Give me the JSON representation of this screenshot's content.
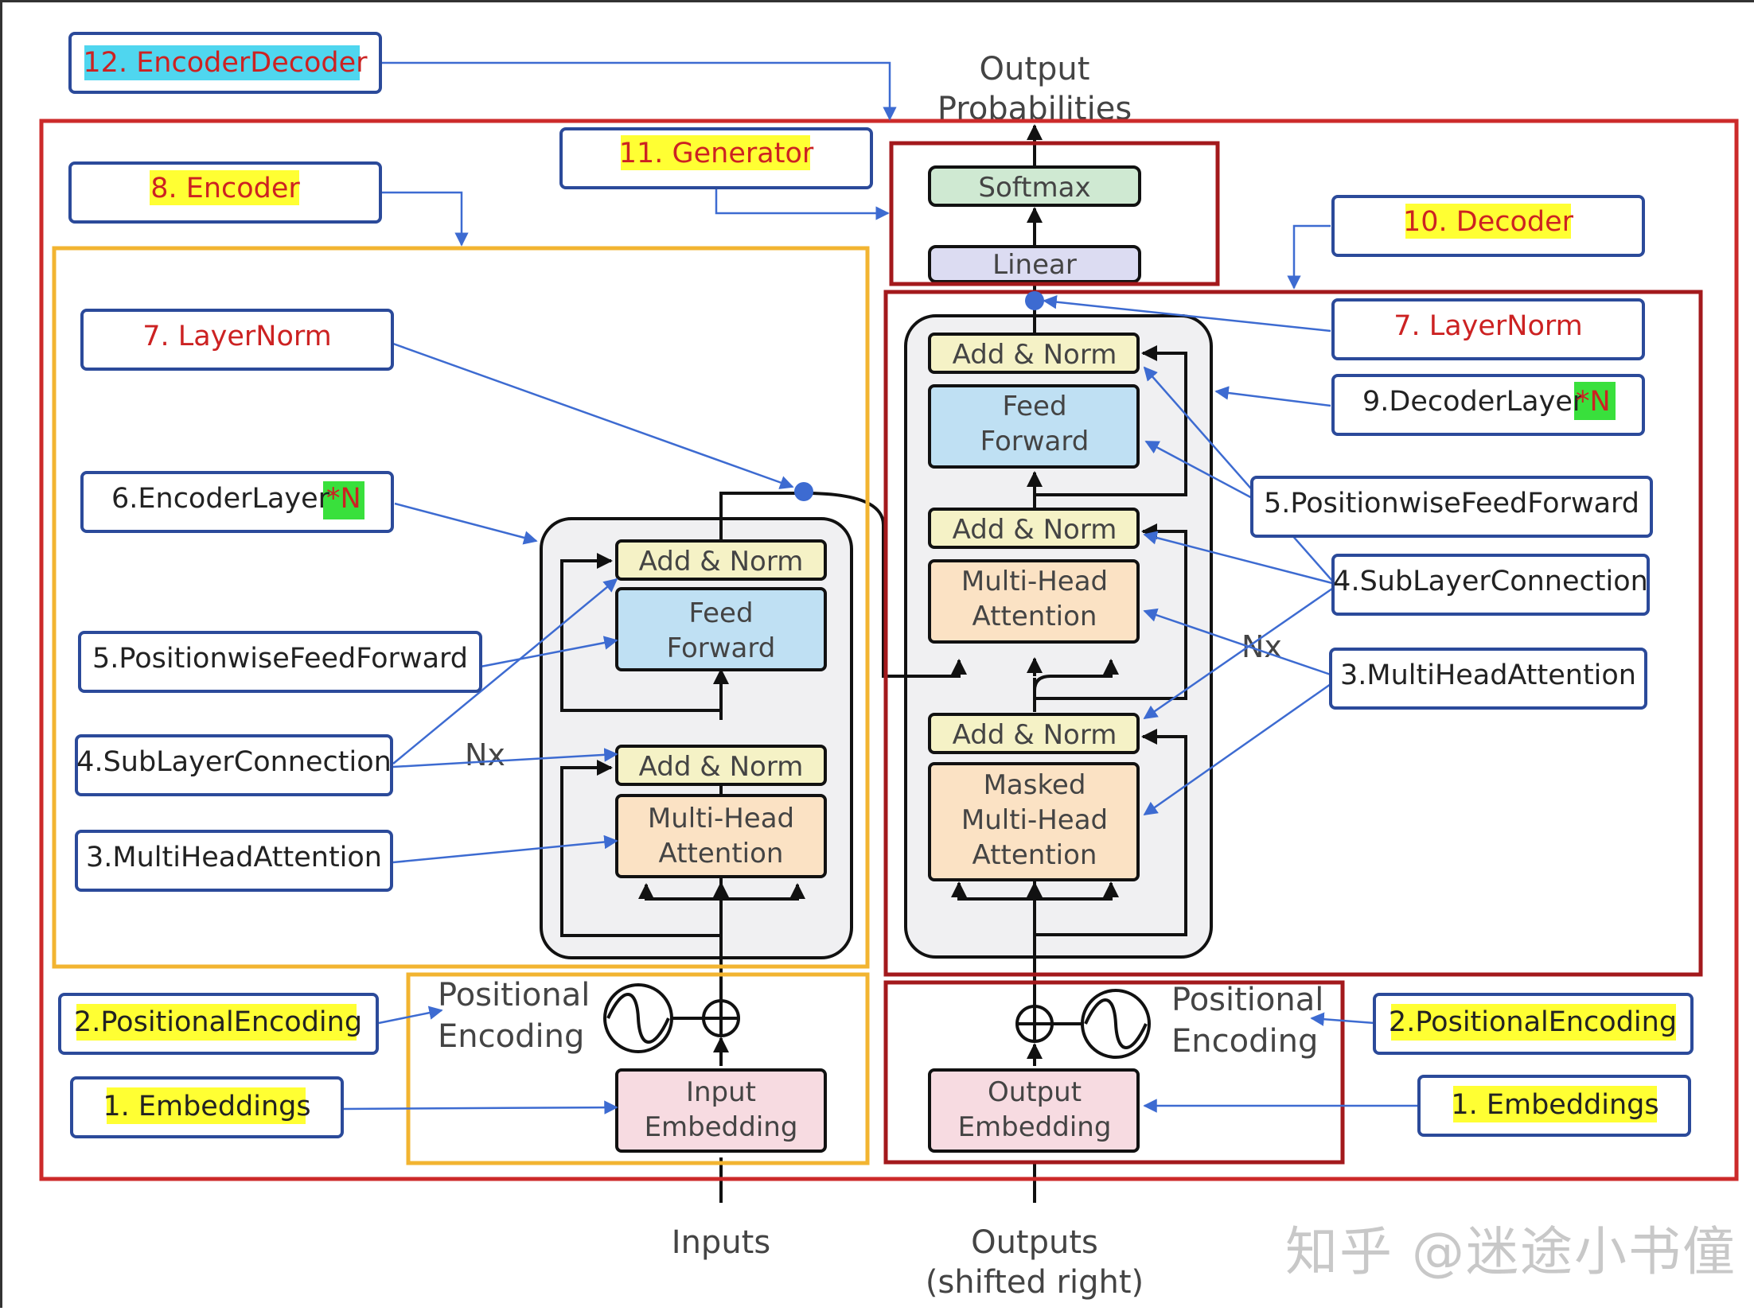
{
  "diagram": {
    "output_title_1": "Output",
    "output_title_2": "Probabilities",
    "inputs_label": "Inputs",
    "outputs_label_1": "Outputs",
    "outputs_label_2": "(shifted right)",
    "nx_left": "Nx",
    "nx_right": "Nx",
    "watermark": "知乎 @迷途小书僮",
    "blocks": {
      "softmax": "Softmax",
      "linear": "Linear",
      "add_norm": "Add & Norm",
      "feed_1": "Feed",
      "feed_2": "Forward",
      "mha_1": "Multi-Head",
      "mha_2": "Attention",
      "masked_1": "Masked",
      "masked_2": "Multi-Head",
      "masked_3": "Attention",
      "input_emb_1": "Input",
      "input_emb_2": "Embedding",
      "output_emb_1": "Output",
      "output_emb_2": "Embedding",
      "pos_1": "Positional",
      "pos_2": "Encoding"
    }
  },
  "annotations": {
    "encoder_decoder": "12. EncoderDecoder",
    "generator": "11. Generator",
    "encoder": "8. Encoder",
    "decoder": "10. Decoder",
    "layernorm": "7. LayerNorm",
    "encoder_layer": "6.EncoderLayer ",
    "decoder_layer": "9.DecoderLayer",
    "star_n": "*N",
    "ffn": "5.PositionwiseFeedForward",
    "sublayer": "4.SubLayerConnection",
    "mha": "3.MultiHeadAttention",
    "posenc": "2.PositionalEncoding",
    "embeddings": "1. Embeddings"
  }
}
